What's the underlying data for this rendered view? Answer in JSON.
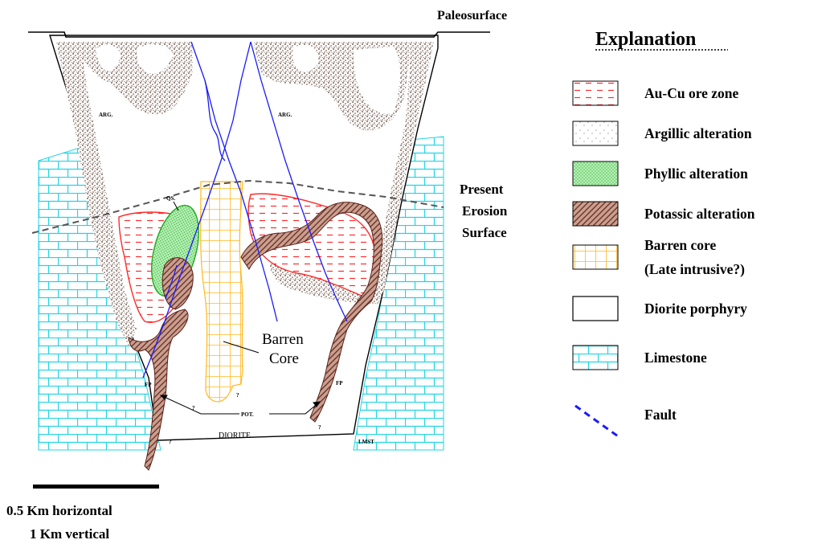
{
  "diagram": {
    "paleosurface_label": "Paleosurface",
    "erosion_label": [
      "Present",
      "Erosion",
      "Surface"
    ],
    "barren_core_label": [
      "Barren",
      "Core"
    ],
    "small_labels": {
      "arg_left": "ARG.",
      "arg_right": "ARG.",
      "qs": "QS.",
      "fp_left": "FP",
      "fp_right": "FP",
      "pot": "POT.",
      "q1": "?",
      "q2": "?",
      "q3": "?",
      "q4": "?",
      "lmst": "LMST"
    },
    "diorite_label": "DIORITE"
  },
  "legend": {
    "title": "Explanation",
    "items": [
      {
        "label": "Au-Cu ore zone",
        "swatch": "ore"
      },
      {
        "label": "Argillic alteration",
        "swatch": "argillic"
      },
      {
        "label": "Phyllic alteration",
        "swatch": "phyllic"
      },
      {
        "label": "Potassic alteration",
        "swatch": "potassic"
      },
      {
        "label": "Barren core",
        "label2": "(Late intrusive?)",
        "swatch": "barren"
      },
      {
        "label": "Diorite porphyry",
        "swatch": "diorite"
      },
      {
        "label": "Limestone",
        "swatch": "limestone"
      },
      {
        "label": "Fault",
        "swatch": "fault"
      }
    ]
  },
  "scale": {
    "horizontal": "0.5 Km horizontal",
    "vertical": "1 Km vertical"
  },
  "colors": {
    "ore": "#ff2a2a",
    "argillic": "#8b6f5c",
    "phyllic": "#33cc33",
    "potassic": "#7a3a2e",
    "barren": "#ffc020",
    "limestone": "#20d8e8",
    "fault": "#1a1aff"
  }
}
